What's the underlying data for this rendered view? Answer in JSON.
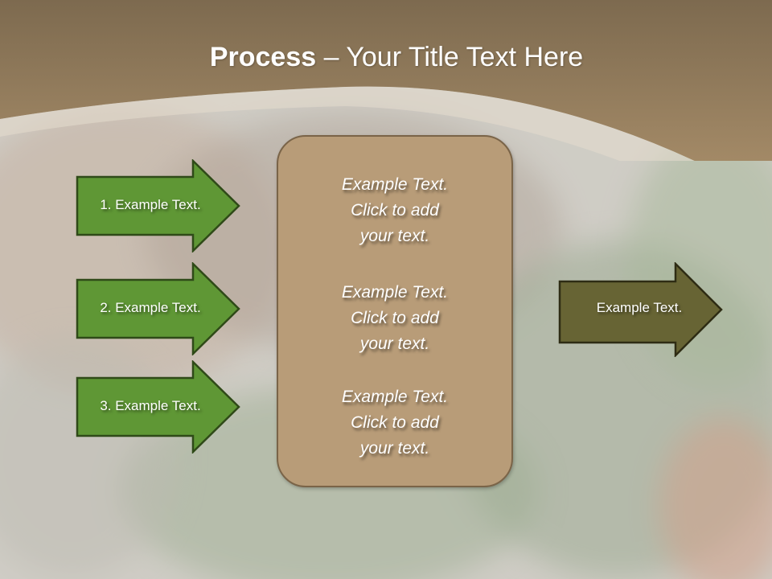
{
  "slide": {
    "title_bold": "Process",
    "title_rest": " – Your Title Text Here",
    "colors": {
      "header_top": "#7d6a4f",
      "header_bottom": "#a98d68",
      "arrow_green": "#5f9735",
      "arrow_green_border": "#2f4a18",
      "arrow_olive": "#676434",
      "arrow_olive_border": "#2e2c14",
      "center_box": "#b89c78",
      "center_box_border": "#7a6448"
    }
  },
  "input_arrows": [
    {
      "label": "1. Example Text."
    },
    {
      "label": "2. Example Text."
    },
    {
      "label": "3. Example Text."
    }
  ],
  "center_box": {
    "paragraphs": [
      {
        "line1": "Example Text.",
        "line2": "Click  to add",
        "line3": "your text."
      },
      {
        "line1": "Example Text.",
        "line2": "Click  to add",
        "line3": "your text."
      },
      {
        "line1": "Example Text.",
        "line2": "Click  to add",
        "line3": "your text."
      }
    ]
  },
  "output_arrow": {
    "label": "Example Text."
  }
}
